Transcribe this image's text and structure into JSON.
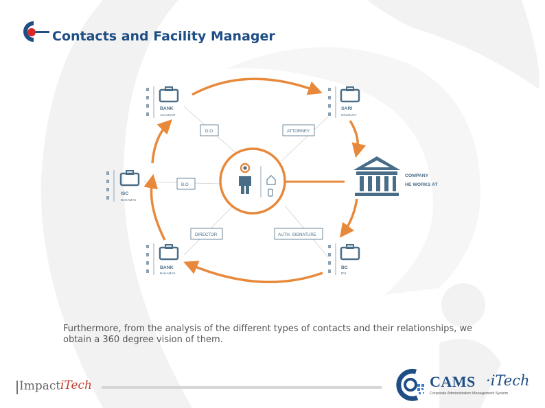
{
  "header": {
    "title": "Contacts and Facility Manager"
  },
  "diagram": {
    "nodes": {
      "bank_account": {
        "title": "BANK",
        "subtitle": "ACCOUNT"
      },
      "sari": {
        "title": "SARI",
        "subtitle": "URUGUAY"
      },
      "isc": {
        "title": "ISC",
        "subtitle": "BAHAMAS"
      },
      "bank_bahamas": {
        "title": "BANK",
        "subtitle": "BAHAMAS"
      },
      "bc": {
        "title": "BC",
        "subtitle": "BVI"
      },
      "company": {
        "line1": "COMPANY",
        "line2": "HE WORKS AT"
      }
    },
    "roles": {
      "do": "D.O",
      "attorney": "ATTORNEY",
      "bo": "B.O",
      "director": "DIRECTOR",
      "auth_signature": "AUTH. SIGNATURE"
    }
  },
  "body": {
    "text": "Furthermore, from the analysis of the different types of contacts and their relationships, we obtain a 360 degree vision of them."
  },
  "footer": {
    "left_logo_impact": "Impact",
    "left_logo_itech": "iTech",
    "right_logo_cams": "CAMS",
    "right_logo_dot": "·",
    "right_logo_itech": "iTech",
    "right_logo_tagline": "Corporate Administration Management System"
  },
  "colors": {
    "accent_orange": "#e8883a",
    "brand_blue": "#1f4e85",
    "icon_slate": "#4a6d87",
    "logo_red": "#d42a2a"
  }
}
